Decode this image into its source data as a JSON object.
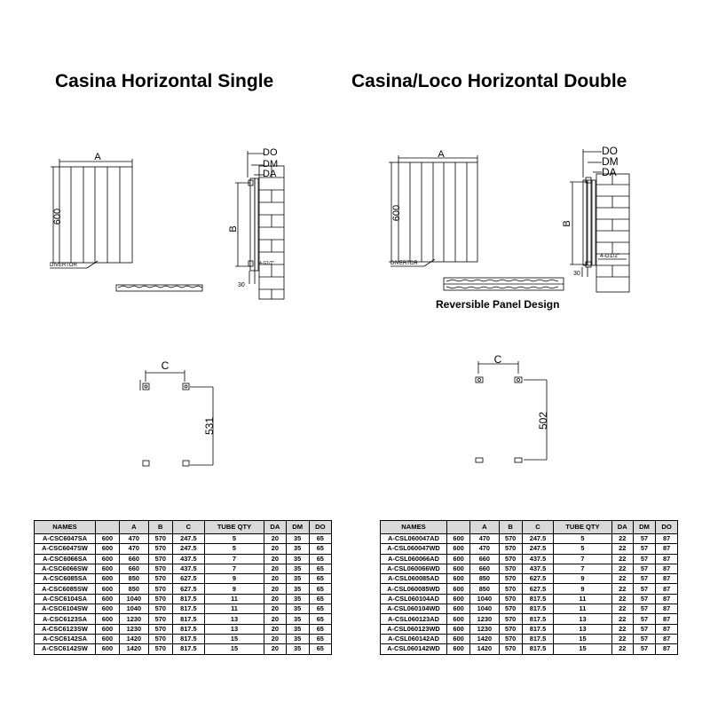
{
  "left": {
    "title": "Casina Horizontal Single",
    "labels": {
      "width": "A",
      "height": "600",
      "depth_b": "B",
      "divertor": "DIVERTOR",
      "do": "DO",
      "dm": "DM",
      "da": "DA",
      "dim_30": "30",
      "thread": "4-G1/2\"",
      "centers": "C",
      "vertical": "531"
    },
    "table": {
      "headers": [
        "NAMES",
        "",
        "A",
        "B",
        "C",
        "TUBE QTY",
        "DA",
        "DM",
        "DO"
      ],
      "rows": [
        [
          "A-CSC6047SA",
          "600",
          "470",
          "570",
          "247.5",
          "5",
          "20",
          "35",
          "65"
        ],
        [
          "A-CSC6047SW",
          "600",
          "470",
          "570",
          "247.5",
          "5",
          "20",
          "35",
          "65"
        ],
        [
          "A-CSC6066SA",
          "600",
          "660",
          "570",
          "437.5",
          "7",
          "20",
          "35",
          "65"
        ],
        [
          "A-CSC6066SW",
          "600",
          "660",
          "570",
          "437.5",
          "7",
          "20",
          "35",
          "65"
        ],
        [
          "A-CSC6085SA",
          "600",
          "850",
          "570",
          "627.5",
          "9",
          "20",
          "35",
          "65"
        ],
        [
          "A-CSC6085SW",
          "600",
          "850",
          "570",
          "627.5",
          "9",
          "20",
          "35",
          "65"
        ],
        [
          "A-CSC6104SA",
          "600",
          "1040",
          "570",
          "817.5",
          "11",
          "20",
          "35",
          "65"
        ],
        [
          "A-CSC6104SW",
          "600",
          "1040",
          "570",
          "817.5",
          "11",
          "20",
          "35",
          "65"
        ],
        [
          "A-CSC6123SA",
          "600",
          "1230",
          "570",
          "817.5",
          "13",
          "20",
          "35",
          "65"
        ],
        [
          "A-CSC6123SW",
          "600",
          "1230",
          "570",
          "817.5",
          "13",
          "20",
          "35",
          "65"
        ],
        [
          "A-CSC6142SA",
          "600",
          "1420",
          "570",
          "817.5",
          "15",
          "20",
          "35",
          "65"
        ],
        [
          "A-CSC6142SW",
          "600",
          "1420",
          "570",
          "817.5",
          "15",
          "20",
          "35",
          "65"
        ]
      ]
    }
  },
  "right": {
    "title": "Casina/Loco Horizontal Double",
    "subtitle": "Reversible Panel Design",
    "labels": {
      "width": "A",
      "height": "600",
      "depth_b": "B",
      "divertor": "DIVERTOR",
      "do": "DO",
      "dm": "DM",
      "da": "DA",
      "dim_30": "30",
      "thread": "4-G1/2\"",
      "centers": "C",
      "vertical": "502"
    },
    "table": {
      "headers": [
        "NAMES",
        "",
        "A",
        "B",
        "C",
        "TUBE QTY",
        "DA",
        "DM",
        "DO"
      ],
      "rows": [
        [
          "A-CSL060047AD",
          "600",
          "470",
          "570",
          "247.5",
          "5",
          "22",
          "57",
          "87"
        ],
        [
          "A-CSL060047WD",
          "600",
          "470",
          "570",
          "247.5",
          "5",
          "22",
          "57",
          "87"
        ],
        [
          "A-CSL060066AD",
          "600",
          "660",
          "570",
          "437.5",
          "7",
          "22",
          "57",
          "87"
        ],
        [
          "A-CSL060066WD",
          "600",
          "660",
          "570",
          "437.5",
          "7",
          "22",
          "57",
          "87"
        ],
        [
          "A-CSL060085AD",
          "600",
          "850",
          "570",
          "627.5",
          "9",
          "22",
          "57",
          "87"
        ],
        [
          "A-CSL060085WD",
          "600",
          "850",
          "570",
          "627.5",
          "9",
          "22",
          "57",
          "87"
        ],
        [
          "A-CSL060104AD",
          "600",
          "1040",
          "570",
          "817.5",
          "11",
          "22",
          "57",
          "87"
        ],
        [
          "A-CSL060104WD",
          "600",
          "1040",
          "570",
          "817.5",
          "11",
          "22",
          "57",
          "87"
        ],
        [
          "A-CSL060123AD",
          "600",
          "1230",
          "570",
          "817.5",
          "13",
          "22",
          "57",
          "87"
        ],
        [
          "A-CSL060123WD",
          "600",
          "1230",
          "570",
          "817.5",
          "13",
          "22",
          "57",
          "87"
        ],
        [
          "A-CSL060142AD",
          "600",
          "1420",
          "570",
          "817.5",
          "15",
          "22",
          "57",
          "87"
        ],
        [
          "A-CSL060142WD",
          "600",
          "1420",
          "570",
          "817.5",
          "15",
          "22",
          "57",
          "87"
        ]
      ]
    }
  }
}
